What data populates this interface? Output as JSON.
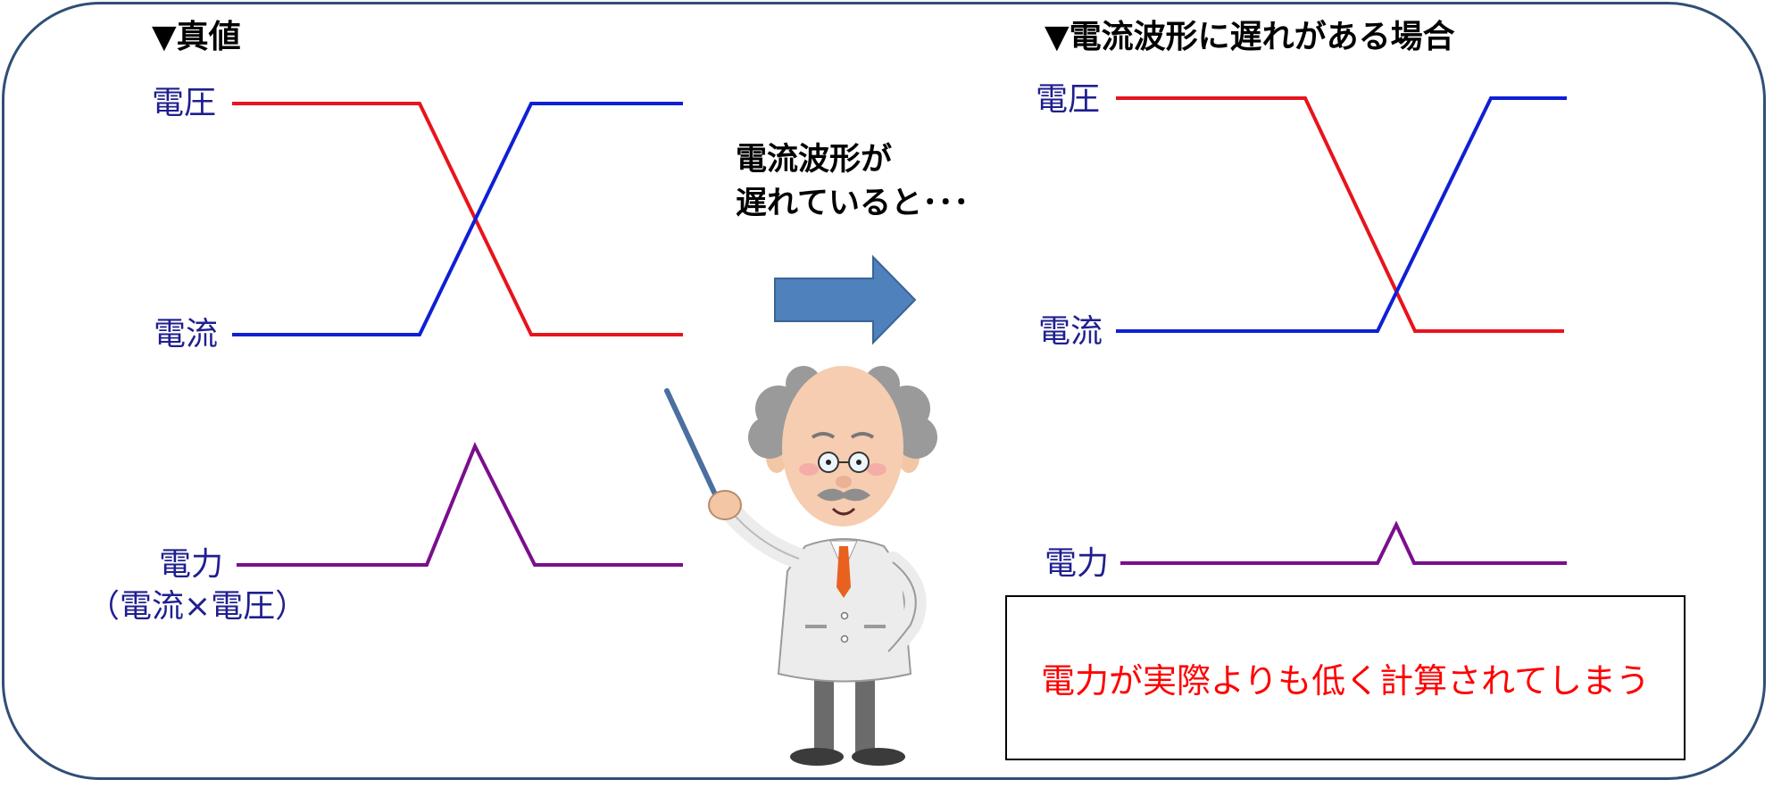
{
  "left_panel": {
    "title": "▼真値",
    "voltage_label": "電圧",
    "current_label": "電流",
    "power_label": "電力",
    "power_sub": "（電流×電圧）"
  },
  "middle": {
    "note_line1": "電流波形が",
    "note_line2": "遅れていると･･･"
  },
  "right_panel": {
    "title": "▼電流波形に遅れがある場合",
    "voltage_label": "電圧",
    "current_label": "電流",
    "power_label": "電力",
    "result": "電力が実際よりも低く計算されてしまう"
  },
  "colors": {
    "voltage": "#e8141c",
    "current": "#0f1fd6",
    "power": "#7a0f8c",
    "arrow": "#4f81bd",
    "frame": "#2f4f75"
  },
  "icons": {
    "arrow": "right-arrow-icon",
    "character": "professor-with-pointer-illustration"
  }
}
